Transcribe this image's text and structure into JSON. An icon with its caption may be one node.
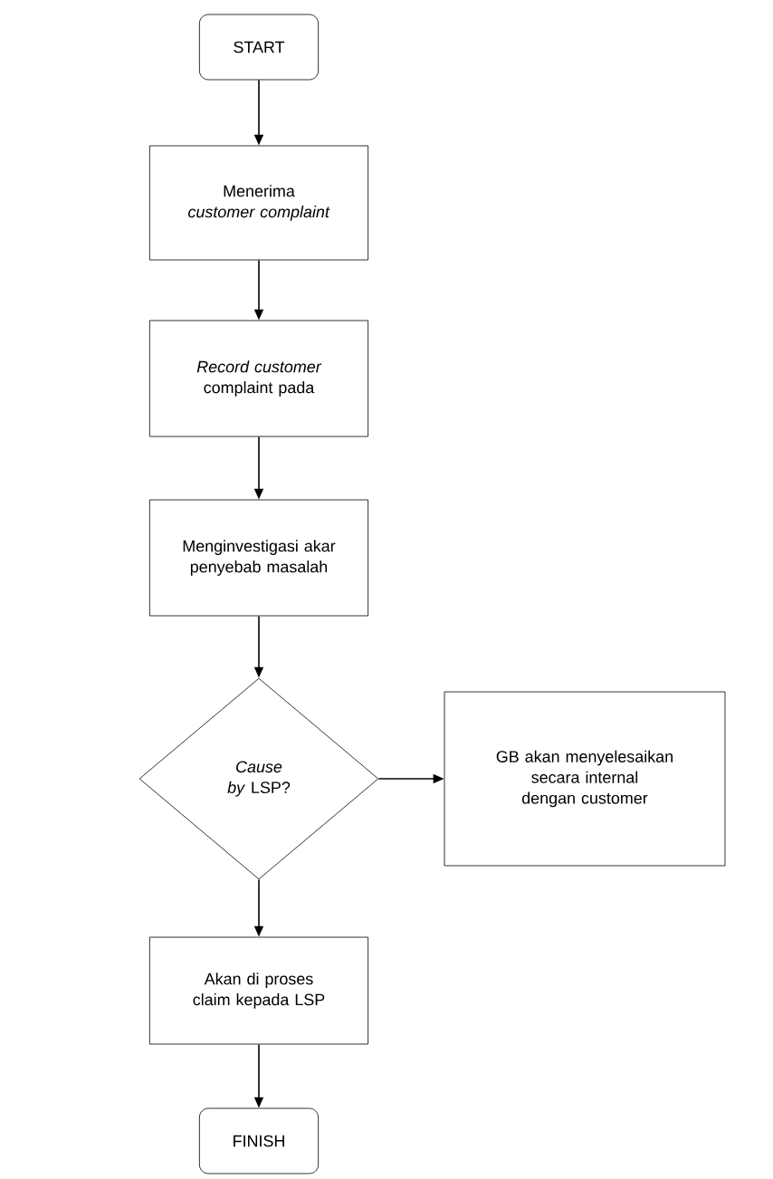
{
  "diagram": {
    "nodes": [
      {
        "text": [
          "START"
        ]
      },
      {
        "text": [
          "Menerima *customer complaint*"
        ]
      },
      {
        "text": [
          "*Record customer* complaint pada"
        ]
      },
      {
        "text": [
          "Menginvestigasi akar penyebab masalah"
        ]
      },
      {
        "text": [
          "*Cause by* LSP?"
        ]
      },
      {
        "text": [
          "GB akan menyelesaikan secara internal dengan customer"
        ]
      },
      {
        "text": [
          "Akan di proses claim kepada LSP"
        ]
      },
      {
        "text": [
          "FINISH"
        ]
      }
    ],
    "edges": [
      {
        "from": 0,
        "to": 1,
        "arrow": "to"
      },
      {
        "from": 1,
        "to": 2,
        "arrow": "to"
      },
      {
        "from": 2,
        "to": 3,
        "arrow": "to"
      },
      {
        "from": 3,
        "to": 4,
        "arrow": "to"
      },
      {
        "from": 4,
        "to": 5,
        "arrow": "to"
      },
      {
        "from": 4,
        "to": 6,
        "arrow": "to"
      },
      {
        "from": 6,
        "to": 7,
        "arrow": "to"
      }
    ]
  }
}
